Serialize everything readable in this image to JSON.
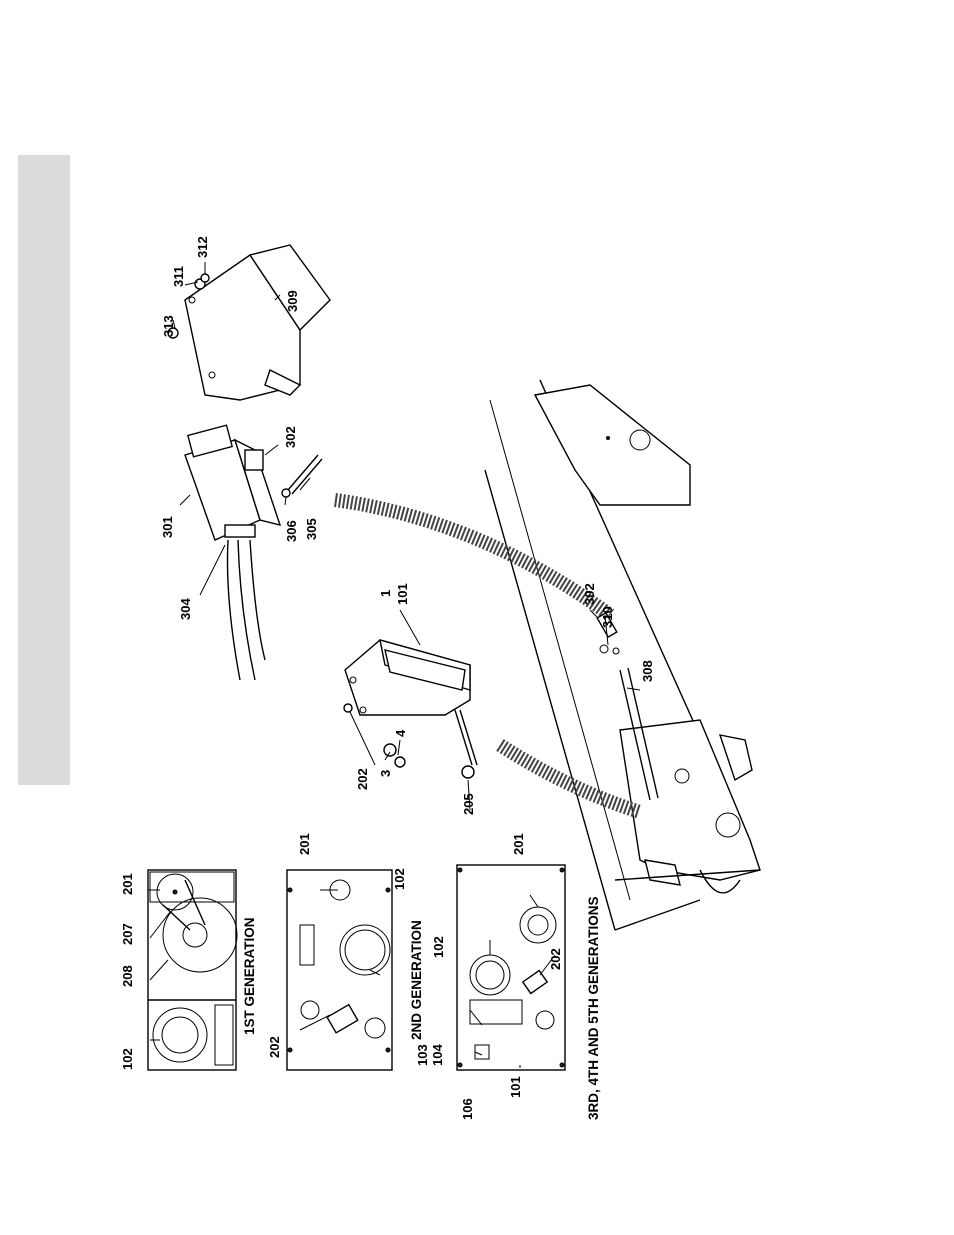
{
  "captions": {
    "gen1": "1ST GENERATION",
    "gen2": "2ND GENERATION",
    "gen345": "3RD, 4TH AND 5TH GENERATIONS"
  },
  "callouts": {
    "c313": "313",
    "c311": "311",
    "c312": "312",
    "c309": "309",
    "c301": "301",
    "c302a": "302",
    "c306": "306",
    "c305": "305",
    "c304": "304",
    "c1": "1",
    "c101a": "101",
    "c302b": "302",
    "c310": "310",
    "c308": "308",
    "c202a": "202",
    "c4": "4",
    "c3": "3",
    "c205": "205",
    "g1_201": "201",
    "g1_207": "207",
    "g1_208": "208",
    "g1_102": "102",
    "g2_201": "201",
    "g2_102": "102",
    "g2_202": "202",
    "g3_201": "201",
    "g3_102": "102",
    "g3_202": "202",
    "g3_103": "103",
    "g3_104": "104",
    "g3_106": "106",
    "g3_101": "101"
  }
}
